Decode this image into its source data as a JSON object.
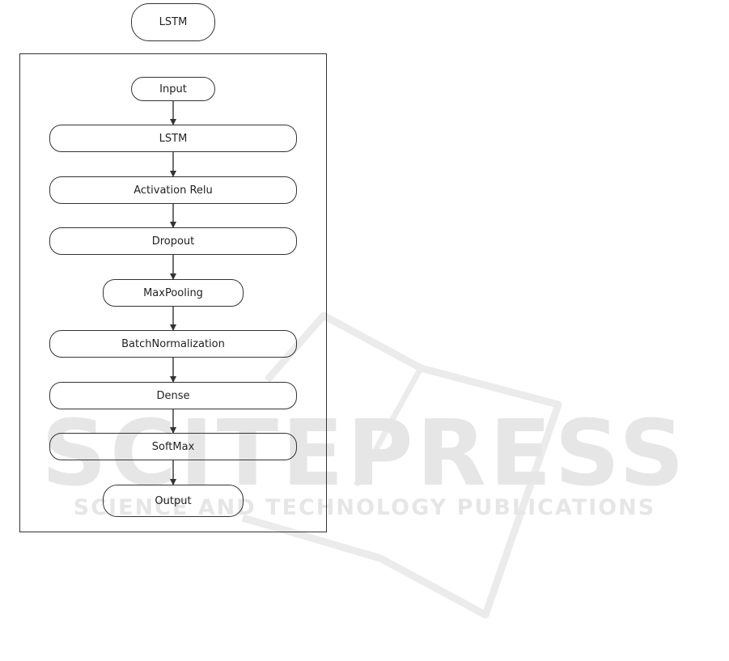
{
  "diagram": {
    "title": "LSTM",
    "nodes": [
      {
        "id": "input",
        "label": "Input"
      },
      {
        "id": "lstm",
        "label": "LSTM"
      },
      {
        "id": "activation",
        "label": "Activation Relu"
      },
      {
        "id": "dropout",
        "label": "Dropout"
      },
      {
        "id": "maxpooling",
        "label": "MaxPooling"
      },
      {
        "id": "batchnorm",
        "label": "BatchNormalization"
      },
      {
        "id": "dense",
        "label": "Dense"
      },
      {
        "id": "softmax",
        "label": "SoftMax"
      },
      {
        "id": "output",
        "label": "Output"
      }
    ],
    "edges": [
      [
        "input",
        "lstm"
      ],
      [
        "lstm",
        "activation"
      ],
      [
        "activation",
        "dropout"
      ],
      [
        "dropout",
        "maxpooling"
      ],
      [
        "maxpooling",
        "batchnorm"
      ],
      [
        "batchnorm",
        "dense"
      ],
      [
        "dense",
        "softmax"
      ],
      [
        "softmax",
        "output"
      ]
    ]
  },
  "watermark": {
    "main": "SCITEPRESS",
    "sub": "SCIENCE AND TECHNOLOGY PUBLICATIONS"
  },
  "colors": {
    "stroke": "#333333",
    "watermark": "#e6e6e6"
  }
}
